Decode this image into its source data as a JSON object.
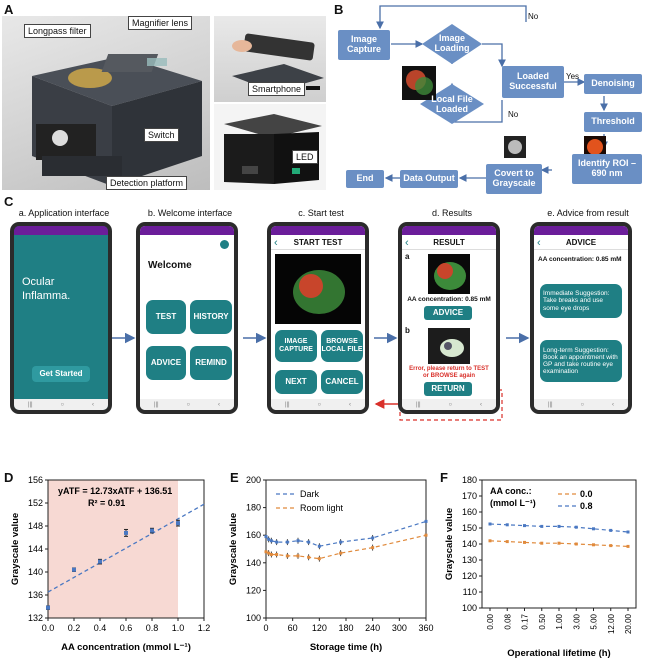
{
  "panel_letters": [
    "A",
    "B",
    "C",
    "D",
    "E",
    "F"
  ],
  "panelA": {
    "callouts": [
      "Longpass filter",
      "Magnifier lens",
      "Switch",
      "Detection platform",
      "Smartphone",
      "LED"
    ]
  },
  "panelB": {
    "image_capture": "Image Capture",
    "image_loading": "Image Loading",
    "local_file_loaded": "Local File Loaded",
    "loaded_successful": "Loaded Successful",
    "denoising": "Denoising",
    "threshold": "Threshold",
    "identify_roi": "Identify ROI – 690 nm",
    "covert_grayscale": "Covert to Grayscale",
    "data_output": "Data Output",
    "end": "End",
    "yes": "Yes",
    "no_top": "No",
    "no_bottom": "No"
  },
  "panelC": {
    "captions": [
      "a. Application interface",
      "b. Welcome interface",
      "c. Start test",
      "d. Results",
      "e. Advice from result"
    ],
    "phone_a": {
      "title": "Ocular Inflamma.",
      "button": "Get Started"
    },
    "phone_b": {
      "welcome": "Welcome",
      "buttons": [
        "TEST",
        "HISTORY",
        "ADVICE",
        "REMIND"
      ]
    },
    "phone_c": {
      "title": "START TEST",
      "buttons": [
        "IMAGE CAPTURE",
        "BROWSE LOCAL FILE",
        "NEXT",
        "CANCEL"
      ]
    },
    "phone_d": {
      "title": "RESULT",
      "label_a": "a",
      "label_b": "b",
      "concentration": "AA concentration: 0.85 mM",
      "advice_button": "ADVICE",
      "error": "Error, please return to TEST or BROWSE again",
      "return_button": "RETURN"
    },
    "phone_e": {
      "title": "ADVICE",
      "concentration": "AA concentration: 0.85 mM",
      "immediate": "Immediate Suggestion: Take breaks and use some eye drops",
      "longterm": "Long-term Suggestion: Book an appointment with GP and take routine eye examination"
    }
  },
  "colors": {
    "flow_box": "#6a8fc4",
    "app_teal": "#1f7f84",
    "status_purple": "#6b1d9a",
    "shade_pink": "#f7d9d3",
    "dark_series": "#4a78c2",
    "light_series": "#e08a3c",
    "error_red": "#d9302a"
  },
  "chart_data": [
    {
      "type": "scatter",
      "panel": "D",
      "xlabel": "AA concentration (mmol L⁻¹)",
      "ylabel": "Grayscale value",
      "xlim": [
        0.0,
        1.2
      ],
      "ylim": [
        132,
        156
      ],
      "xticks": [
        "0.0",
        "0.2",
        "0.4",
        "0.6",
        "0.8",
        "1.0",
        "1.2"
      ],
      "yticks": [
        "132",
        "136",
        "140",
        "144",
        "148",
        "152",
        "156"
      ],
      "equation": "yATF = 12.73xATF + 136.51",
      "r2": "R² = 0.91",
      "fit": {
        "slope": 12.73,
        "intercept": 136.51
      },
      "shaded_region": [
        0.0,
        1.0
      ],
      "x": [
        0.0,
        0.2,
        0.4,
        0.6,
        0.8,
        1.0
      ],
      "y": [
        133.8,
        140.4,
        141.8,
        146.8,
        147.2,
        148.5
      ],
      "err": [
        0.3,
        0.3,
        0.4,
        0.6,
        0.4,
        0.5
      ]
    },
    {
      "type": "line",
      "panel": "E",
      "xlabel": "Storage time (h)",
      "ylabel": "Grayscale value",
      "xlim": [
        0,
        360
      ],
      "ylim": [
        100,
        200
      ],
      "xticks": [
        "0",
        "60",
        "120",
        "180",
        "240",
        "300",
        "360"
      ],
      "yticks": [
        "100",
        "120",
        "140",
        "160",
        "180",
        "200"
      ],
      "legend": "top-left",
      "series": [
        {
          "name": "Dark",
          "color": "#4a78c2",
          "x": [
            0,
            6,
            12,
            24,
            48,
            72,
            96,
            120,
            168,
            240,
            360
          ],
          "y": [
            159,
            157,
            156,
            155,
            155,
            156,
            155,
            152,
            155,
            158,
            170
          ]
        },
        {
          "name": "Room light",
          "color": "#e08a3c",
          "x": [
            0,
            6,
            12,
            24,
            48,
            72,
            96,
            120,
            168,
            240,
            360
          ],
          "y": [
            148,
            147,
            146,
            146,
            145,
            145,
            144,
            143,
            147,
            151,
            160
          ]
        }
      ]
    },
    {
      "type": "line",
      "panel": "F",
      "xlabel": "Operational lifetime (h)",
      "ylabel": "Grayscale value",
      "ylim": [
        100,
        180
      ],
      "categories": [
        "0.00",
        "0.08",
        "0.17",
        "0.50",
        "1.00",
        "3.00",
        "5.00",
        "12.00",
        "20.00"
      ],
      "yticks": [
        "100",
        "110",
        "120",
        "130",
        "140",
        "150",
        "160",
        "170",
        "180"
      ],
      "legend_title": "AA conc.:\n(mmol L⁻¹)",
      "series": [
        {
          "name": "0.0",
          "color": "#e08a3c",
          "values": [
            142,
            141.5,
            141,
            140.5,
            140.5,
            140,
            139.5,
            139,
            138.5
          ]
        },
        {
          "name": "0.8",
          "color": "#4a78c2",
          "values": [
            152.5,
            152,
            151.5,
            151,
            151,
            150.5,
            149.5,
            148.5,
            147.5
          ]
        }
      ]
    }
  ]
}
